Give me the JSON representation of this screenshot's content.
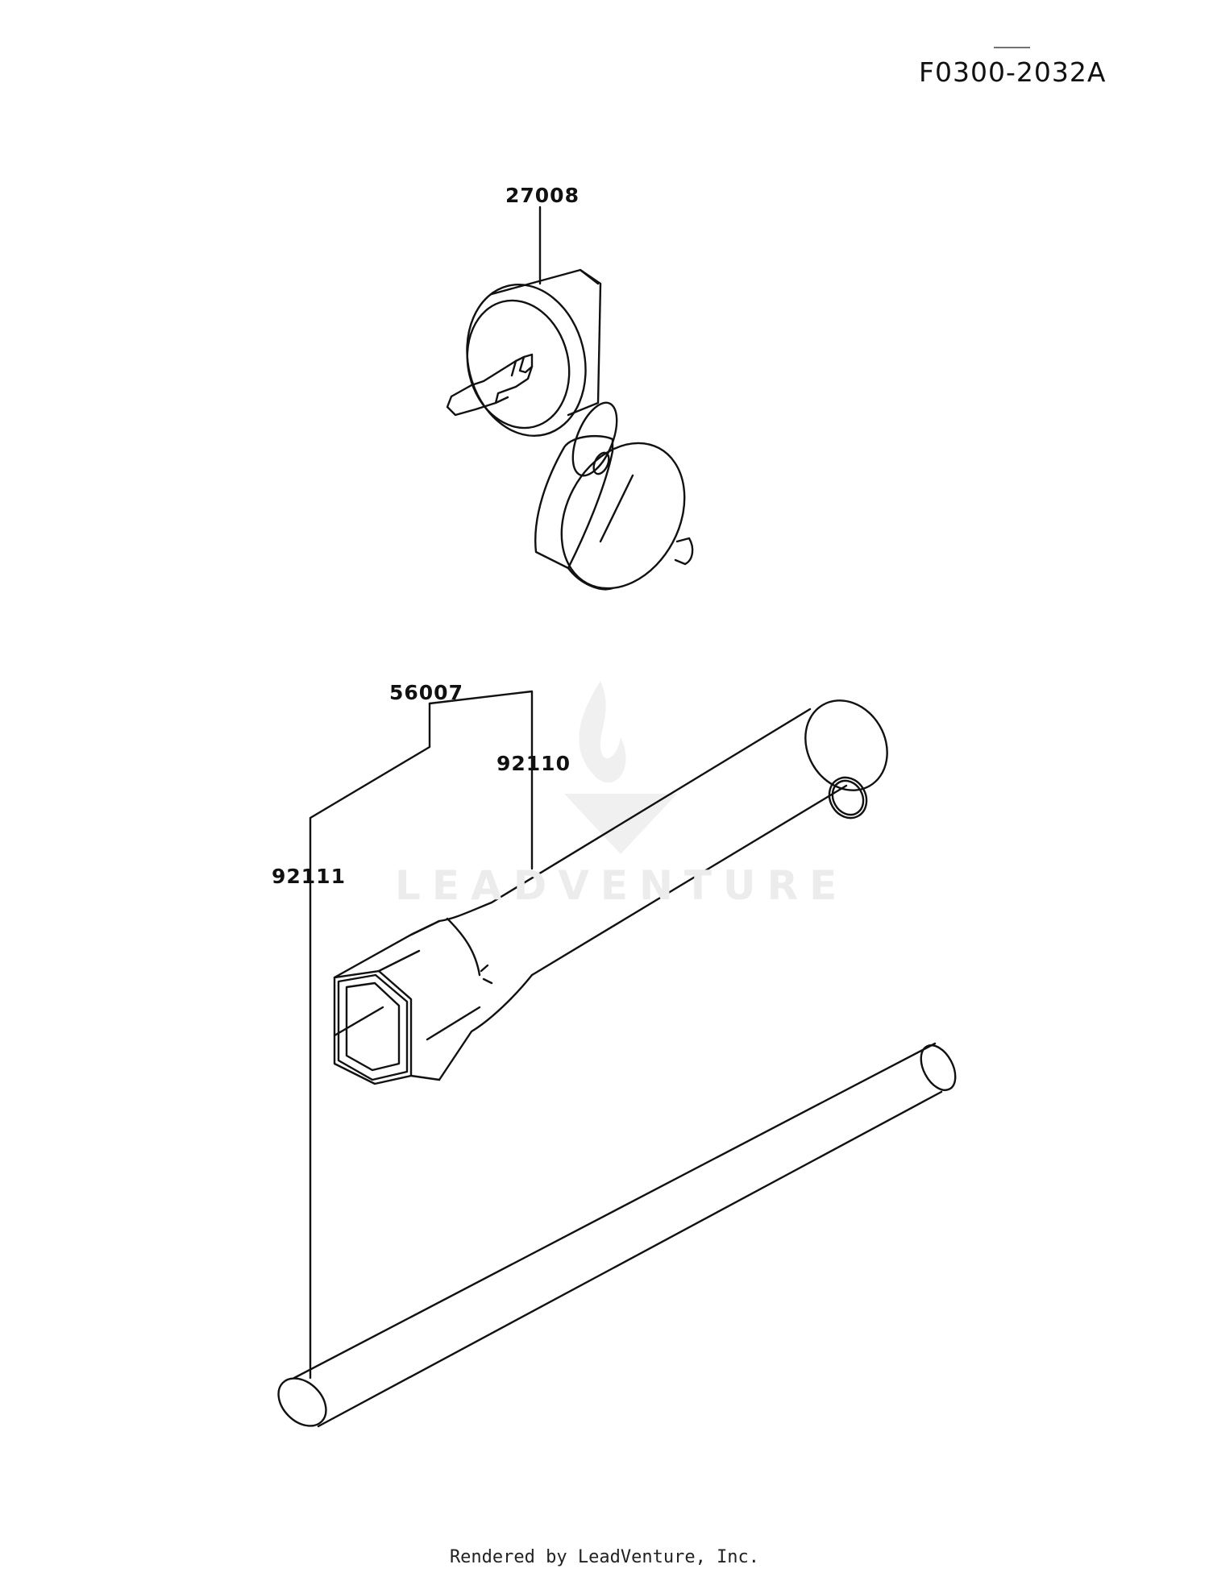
{
  "document": {
    "id": "F0300-2032A"
  },
  "watermark": {
    "text": "LEADVENTURE"
  },
  "callouts": [
    {
      "part": "27008"
    },
    {
      "part": "56007"
    },
    {
      "part": "92110"
    },
    {
      "part": "92111"
    }
  ],
  "footer": {
    "text": "Rendered by LeadVenture, Inc."
  },
  "colors": {
    "line": "#111111",
    "watermark": "#ececec",
    "background": "#ffffff"
  }
}
